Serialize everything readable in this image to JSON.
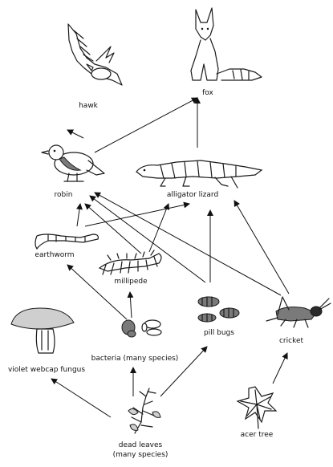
{
  "organisms": {
    "hawk": "hawk",
    "fox": "fox",
    "robin": "robin",
    "alligator_lizard": "alligator lizard",
    "earthworm": "earthworm",
    "millipede": "millipede",
    "pill_bugs": "pill bugs",
    "cricket": "cricket",
    "violet_webcap_fungus": "violet webcap fungus",
    "bacteria": "bacteria (many species)",
    "dead_leaves_line1": "dead leaves",
    "dead_leaves_line2": "(many species)",
    "acer_tree": "acer tree"
  },
  "links": [
    [
      "robin",
      "hawk"
    ],
    [
      "robin",
      "fox"
    ],
    [
      "alligator_lizard",
      "fox"
    ],
    [
      "earthworm",
      "robin"
    ],
    [
      "earthworm",
      "alligator_lizard"
    ],
    [
      "millipede",
      "robin"
    ],
    [
      "millipede",
      "alligator_lizard"
    ],
    [
      "pill_bugs",
      "robin"
    ],
    [
      "pill_bugs",
      "alligator_lizard"
    ],
    [
      "cricket",
      "robin"
    ],
    [
      "cricket",
      "alligator_lizard"
    ],
    [
      "bacteria",
      "earthworm"
    ],
    [
      "bacteria",
      "millipede"
    ],
    [
      "dead_leaves",
      "violet_webcap_fungus"
    ],
    [
      "dead_leaves",
      "bacteria"
    ],
    [
      "dead_leaves",
      "pill_bugs"
    ],
    [
      "acer_tree",
      "cricket"
    ]
  ]
}
